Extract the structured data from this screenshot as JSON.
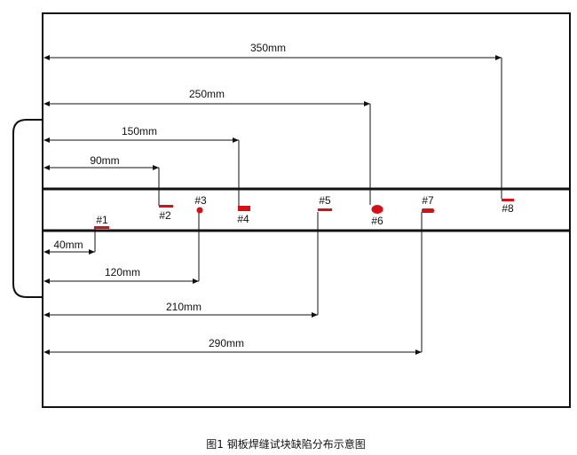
{
  "colors": {
    "line": "#111111",
    "defect": "#d80f16"
  },
  "plate": {
    "weld_seam": "weld-seam-band"
  },
  "dimensions": {
    "top": [
      {
        "label": "350mm"
      },
      {
        "label": "250mm"
      },
      {
        "label": "150mm"
      },
      {
        "label": "90mm"
      }
    ],
    "bottom": [
      {
        "label": "40mm"
      },
      {
        "label": "120mm"
      },
      {
        "label": "210mm"
      },
      {
        "label": "290mm"
      }
    ]
  },
  "defects": [
    {
      "label": "#1",
      "shape": "bar"
    },
    {
      "label": "#2",
      "shape": "bar"
    },
    {
      "label": "#3",
      "shape": "dot"
    },
    {
      "label": "#4",
      "shape": "bar"
    },
    {
      "label": "#5",
      "shape": "bar"
    },
    {
      "label": "#6",
      "shape": "oval"
    },
    {
      "label": "#7",
      "shape": "bar"
    },
    {
      "label": "#8",
      "shape": "bar"
    }
  ],
  "caption": "图1  钢板焊缝试块缺陷分布示意图"
}
